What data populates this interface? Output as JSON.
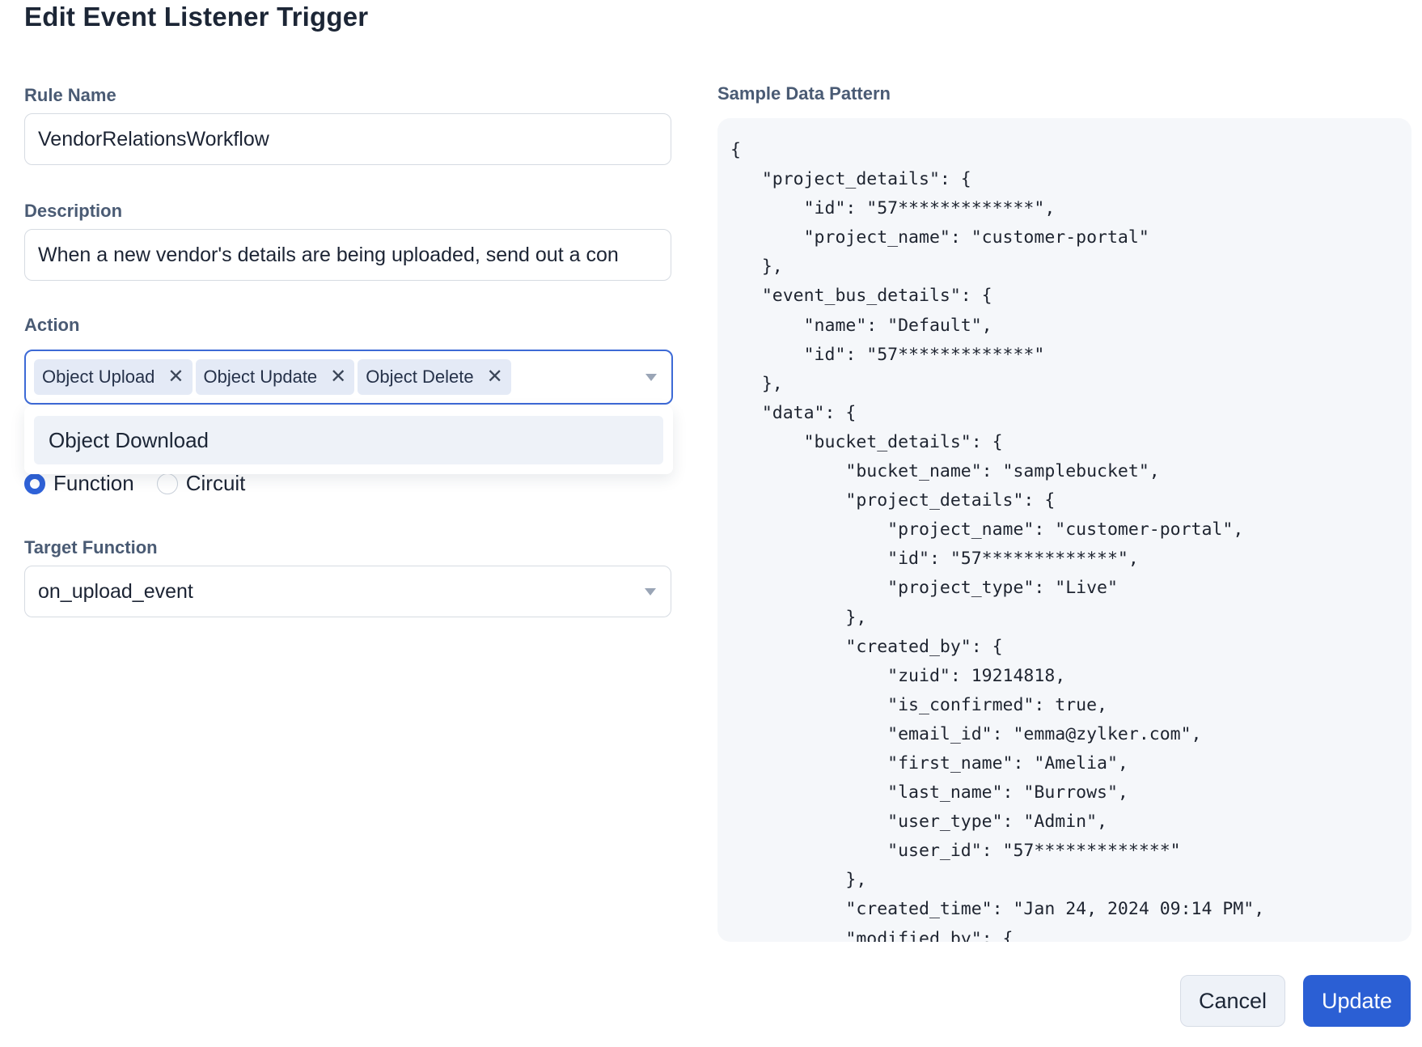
{
  "dialog": {
    "title": "Edit Event Listener Trigger"
  },
  "form": {
    "rule_name": {
      "label": "Rule Name",
      "value": "VendorRelationsWorkflow"
    },
    "description": {
      "label": "Description",
      "value": "When a new vendor's details are being uploaded, send out a con"
    },
    "action": {
      "label": "Action",
      "selected": [
        "Object Upload",
        "Object Update",
        "Object Delete"
      ],
      "remove_glyph": "✕",
      "dropdown_options": [
        "Object Download"
      ]
    },
    "target_type": {
      "options": [
        {
          "label": "Function",
          "checked": true
        },
        {
          "label": "Circuit",
          "checked": false
        }
      ]
    },
    "target_function": {
      "label": "Target Function",
      "value": "on_upload_event"
    }
  },
  "sample": {
    "label": "Sample Data Pattern",
    "code": "{\n   \"project_details\": {\n       \"id\": \"57*************\",\n       \"project_name\": \"customer-portal\"\n   },\n   \"event_bus_details\": {\n       \"name\": \"Default\",\n       \"id\": \"57*************\"\n   },\n   \"data\": {\n       \"bucket_details\": {\n           \"bucket_name\": \"samplebucket\",\n           \"project_details\": {\n               \"project_name\": \"customer-portal\",\n               \"id\": \"57*************\",\n               \"project_type\": \"Live\"\n           },\n           \"created_by\": {\n               \"zuid\": 19214818,\n               \"is_confirmed\": true,\n               \"email_id\": \"emma@zylker.com\",\n               \"first_name\": \"Amelia\",\n               \"last_name\": \"Burrows\",\n               \"user_type\": \"Admin\",\n               \"user_id\": \"57*************\"\n           },\n           \"created_time\": \"Jan 24, 2024 09:14 PM\",\n           \"modified_by\": {"
  },
  "footer": {
    "cancel_label": "Cancel",
    "update_label": "Update"
  },
  "colors": {
    "primary": "#2b5fd4",
    "focus_border": "#3d6ad6",
    "chip_bg": "#e4eaf6",
    "code_bg": "#f5f7fa"
  }
}
